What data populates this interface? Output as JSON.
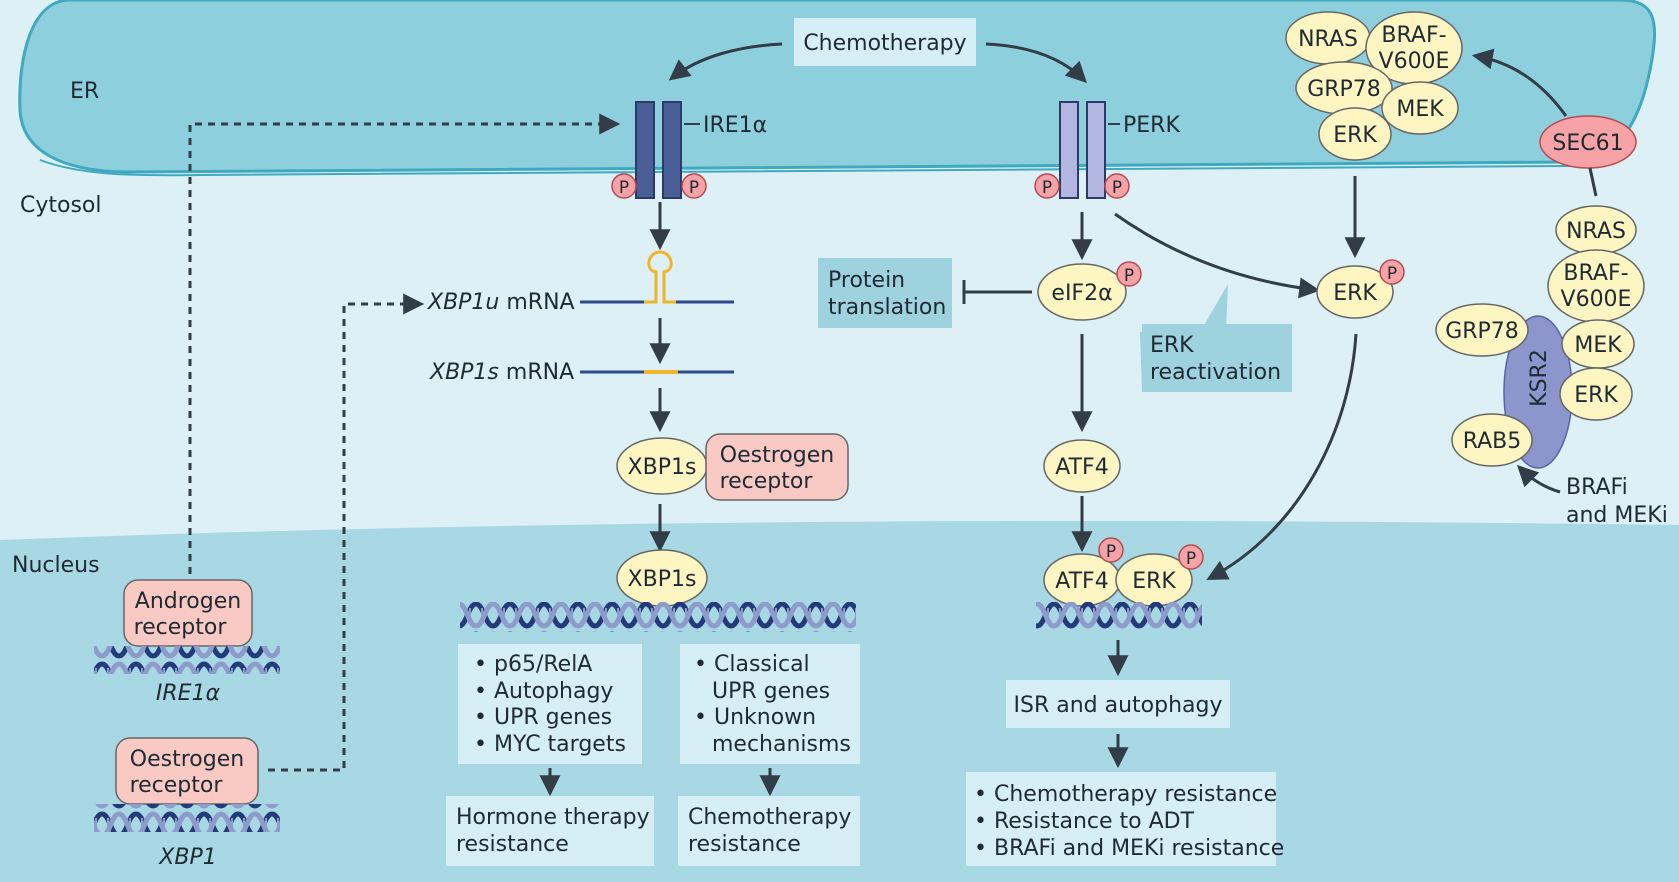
{
  "compartments": {
    "er": "ER",
    "cytosol": "Cytosol",
    "nucleus": "Nucleus"
  },
  "stimulus": "Chemotherapy",
  "receptors": {
    "ire1a": "IRE1α",
    "perk": "PERK",
    "phospho": "P"
  },
  "xbp1_branch": {
    "xbp1u": "XBP1u",
    "xbp1s": "XBP1s",
    "mrna": "mRNA",
    "xbp1s_protein": "XBP1s",
    "oestrogen_receptor_line1": "Oestrogen",
    "oestrogen_receptor_line2": "receptor",
    "targets_left": [
      "p65/RelA",
      "Autophagy",
      "UPR genes",
      "MYC targets"
    ],
    "targets_right": [
      "Classical",
      "UPR genes",
      "Unknown",
      "mechanisms"
    ],
    "outcome_left": [
      "Hormone therapy",
      "resistance"
    ],
    "outcome_right": [
      "Chemotherapy",
      "resistance"
    ]
  },
  "perk_branch": {
    "eif2a": "eIF2α",
    "protein_translation": [
      "Protein",
      "translation"
    ],
    "atf4": "ATF4",
    "erk": "ERK",
    "erk_reactivation": [
      "ERK",
      "reactivation"
    ],
    "isr": "ISR and autophagy",
    "outcomes": [
      "Chemotherapy resistance",
      "Resistance to ADT",
      "BRAFi and MEKi resistance"
    ]
  },
  "kinase_complex_top": {
    "nras": "NRAS",
    "braf": [
      "BRAF-",
      "V600E"
    ],
    "grp78": "GRP78",
    "mek": "MEK",
    "erk": "ERK",
    "sec61": "SEC61"
  },
  "kinase_complex_bottom": {
    "nras": "NRAS",
    "braf": [
      "BRAF-",
      "V600E"
    ],
    "grp78": "GRP78",
    "ksr2": "KSR2",
    "mek": "MEK",
    "erk": "ERK",
    "rab5": "RAB5",
    "inhibitors": [
      "BRAFi",
      "and MEKi"
    ]
  },
  "nuclear_factors": {
    "androgen_receptor": [
      "Androgen",
      "receptor"
    ],
    "ire1a_gene": "IRE1α",
    "oestrogen_receptor": [
      "Oestrogen",
      "receptor"
    ],
    "xbp1_gene": "XBP1"
  },
  "colors": {
    "er_fill": "#8ecfdd",
    "cytosol_fill": "#dcf0f6",
    "nucleus_fill": "#a8d8e4",
    "label_box": "#d6eef5",
    "label_box_dark": "#9fd2df",
    "protein_yellow": "#fdf6c3",
    "receptor_pink": "#f9c9c4",
    "sec61_pink": "#f5a3a6",
    "ire1_blue": "#4a5f98",
    "perk_lavender": "#b3b6e0",
    "ksr2_purple": "#8d96cc",
    "arrow": "#333d47"
  }
}
